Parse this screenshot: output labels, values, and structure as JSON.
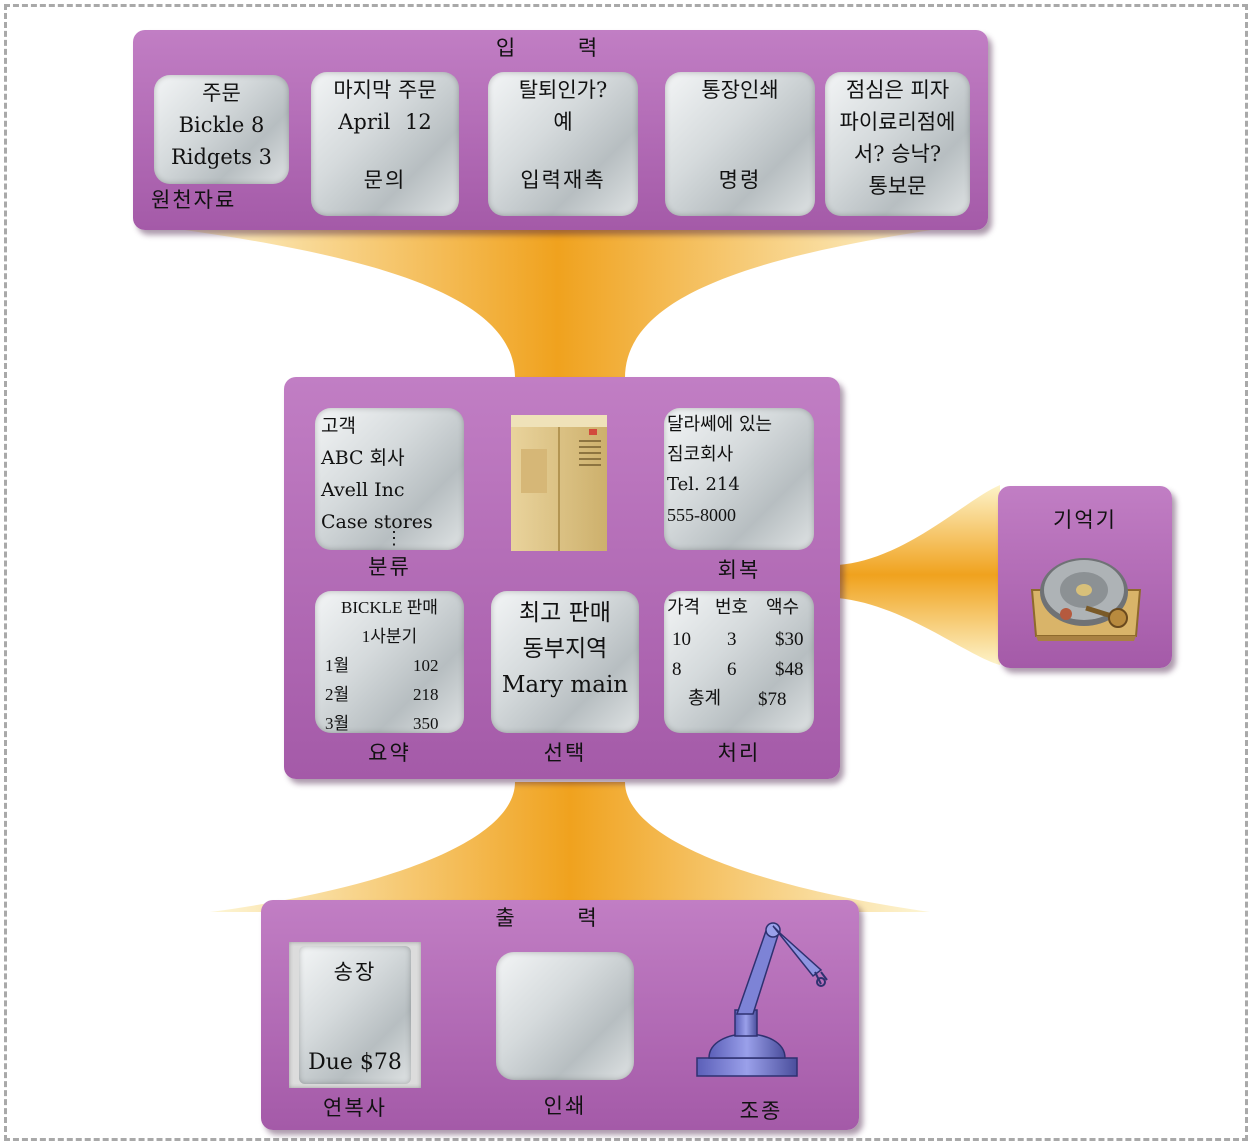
{
  "colors": {
    "panel": "#b06cb4",
    "funnel": "#f4b43a",
    "frame": "#a9a9a9"
  },
  "input": {
    "title": "입 력",
    "screens": [
      {
        "lines": [
          "주문",
          "Bickle 8",
          "Ridgets 3"
        ],
        "caption": "원천자료"
      },
      {
        "lines": [
          "마지막 주문",
          "April 12"
        ],
        "caption": "문의"
      },
      {
        "lines": [
          "탈퇴인가?",
          "예"
        ],
        "caption": "입력재촉"
      },
      {
        "lines": [
          "통장인쇄"
        ],
        "caption": "명령"
      },
      {
        "lines": [
          "점심은 피자",
          "파이료리점에",
          "서? 승낙?",
          "통보문"
        ],
        "caption": ""
      }
    ]
  },
  "processing": {
    "customers": {
      "lines": [
        "고객",
        "ABC 회사",
        "Avell Inc",
        "Case stores",
        "⋮"
      ],
      "caption": "분류"
    },
    "computer_icon": "computer-cabinet-icon",
    "retrieval": {
      "lines": [
        "달라쎄에 있는",
        "짐코회사",
        "Tel. 214",
        "555-8000"
      ],
      "caption": "회복"
    },
    "summary": {
      "title_lines": [
        "BICKLE 판매",
        "1사분기"
      ],
      "rows": [
        [
          "1월",
          "102"
        ],
        [
          "2월",
          "218"
        ],
        [
          "3월",
          "350"
        ]
      ],
      "caption": "요약"
    },
    "selection": {
      "lines": [
        "최고 판매",
        "동부지역",
        "Mary main"
      ],
      "caption": "선택"
    },
    "calculation": {
      "header": [
        "가격",
        "번호",
        "액수"
      ],
      "rows": [
        [
          "10",
          "3",
          "$30"
        ],
        [
          "8",
          "6",
          "$48"
        ]
      ],
      "total": [
        "총계",
        "$78"
      ],
      "caption": "처리"
    }
  },
  "storage": {
    "title": "기억기",
    "icon": "disk-drive-icon"
  },
  "output": {
    "title": "출 력",
    "items": [
      {
        "lines": [
          "송장",
          "Due $78"
        ],
        "caption": "연복사"
      },
      {
        "lines": [],
        "caption": "인쇄"
      },
      {
        "icon": "robot-arm-icon",
        "caption": "조종"
      }
    ]
  }
}
